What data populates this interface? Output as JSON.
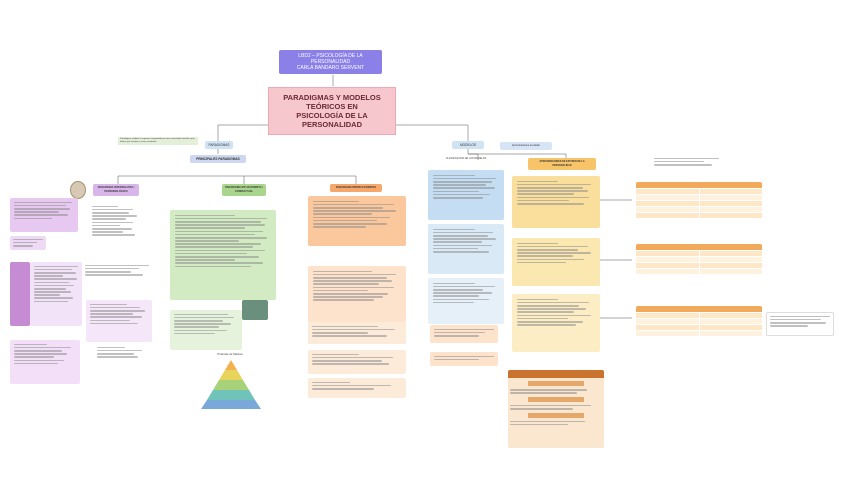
{
  "header": {
    "course_line": "LBD2 – PSICOLOGÍA DE LA PERSONALIDAD",
    "author_line": "CARLA BANDARO SERVENT"
  },
  "main_title": {
    "line1": "PARADIGMAS Y MODELOS TEÓRICOS EN",
    "line2": "PSICOLOGÍA DE LA PERSONALIDAD"
  },
  "branches": {
    "left_label": "PARADIGMAS",
    "right_label": "MODELOS",
    "left_note": "Paradigma: modelo o esquema compartido por una comunidad científica que define qué estudiar y cómo estudiarlo",
    "right_note": "Aproximaciones al estudio"
  },
  "left_section": {
    "heading": "PRINCIPALES PARADIGMAS",
    "col1": "PARADIGMA INTERNALISTA / PERSONOLÓGICO",
    "col2": "PARADIGMA SITUACIONISTA / CONDUCTUAL",
    "col3": "PARADIGMA INTERACCIONISTA"
  },
  "right_section": {
    "heading_left": "CLASIFICACIÓN DE LOS MODELOS",
    "heading_right": "APROXIMACIONES DE ESTUDIO DE LA PERSONALIDAD"
  },
  "pyramid": {
    "title": "Pirámide de Maslow"
  },
  "colors": {
    "badge": "#8b7fe8",
    "title": "#f7c7ce",
    "purple": "#e9d3f2",
    "green": "#c8e6b4",
    "orange": "#fbd2b2",
    "blue": "#cfe3f4",
    "yellow": "#fbe9b5",
    "dark_orange": "#c9732e"
  }
}
